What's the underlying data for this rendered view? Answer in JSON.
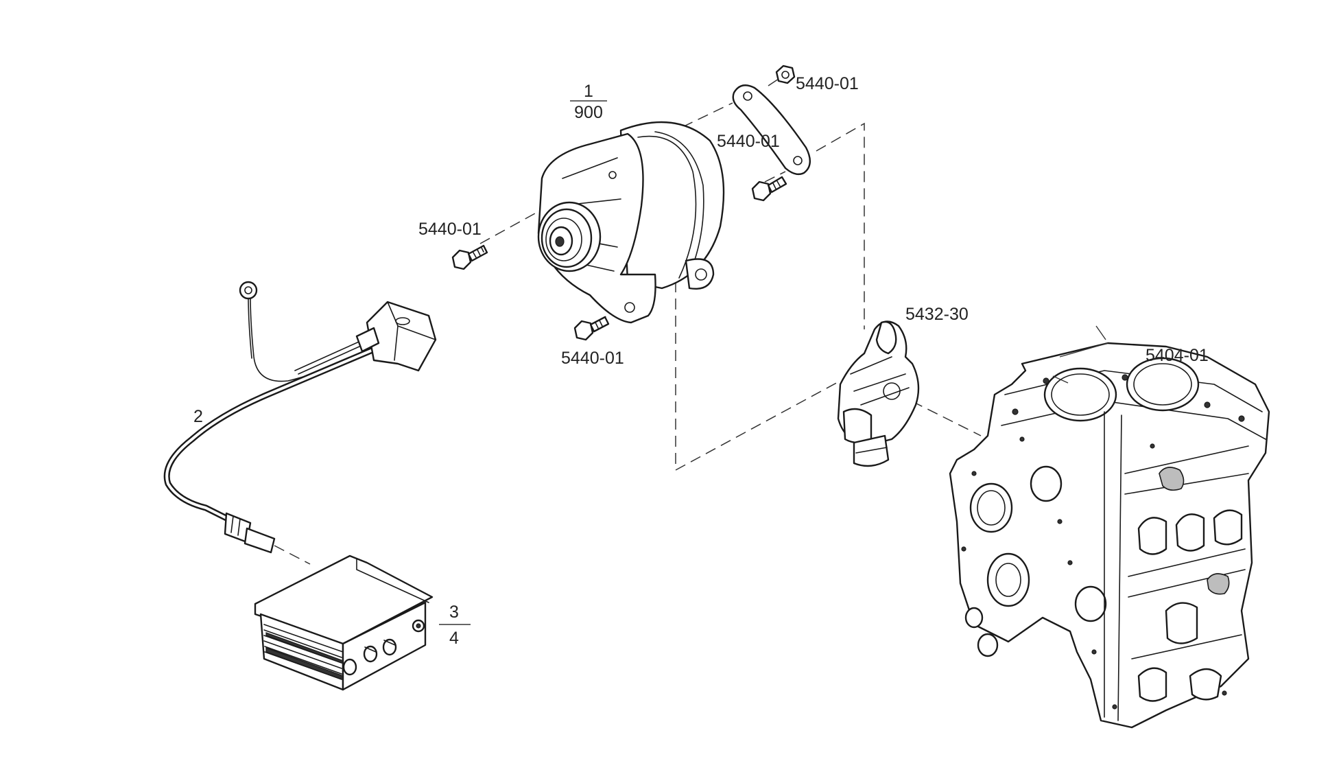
{
  "labels": {
    "alternator_num": "1",
    "alternator_den": "900",
    "harness": "2",
    "regulator_num": "3",
    "regulator_den": "4",
    "bolt_left": "5440-01",
    "bolt_bottom": "5440-01",
    "bracket": "5440-01",
    "nut_top": "5440-01",
    "pump": "5432-30",
    "block": "5404-01"
  },
  "colors": {
    "ink": "#1a1a1a",
    "background": "#ffffff"
  },
  "icons": {
    "alternator": "alternator-icon",
    "wiring_harness": "wiring-harness-icon",
    "regulator": "regulator-box-icon",
    "bolt": "bolt-icon",
    "nut": "nut-icon",
    "bracket": "bracket-icon",
    "pump": "pump-icon",
    "engine_block": "engine-block-icon"
  }
}
